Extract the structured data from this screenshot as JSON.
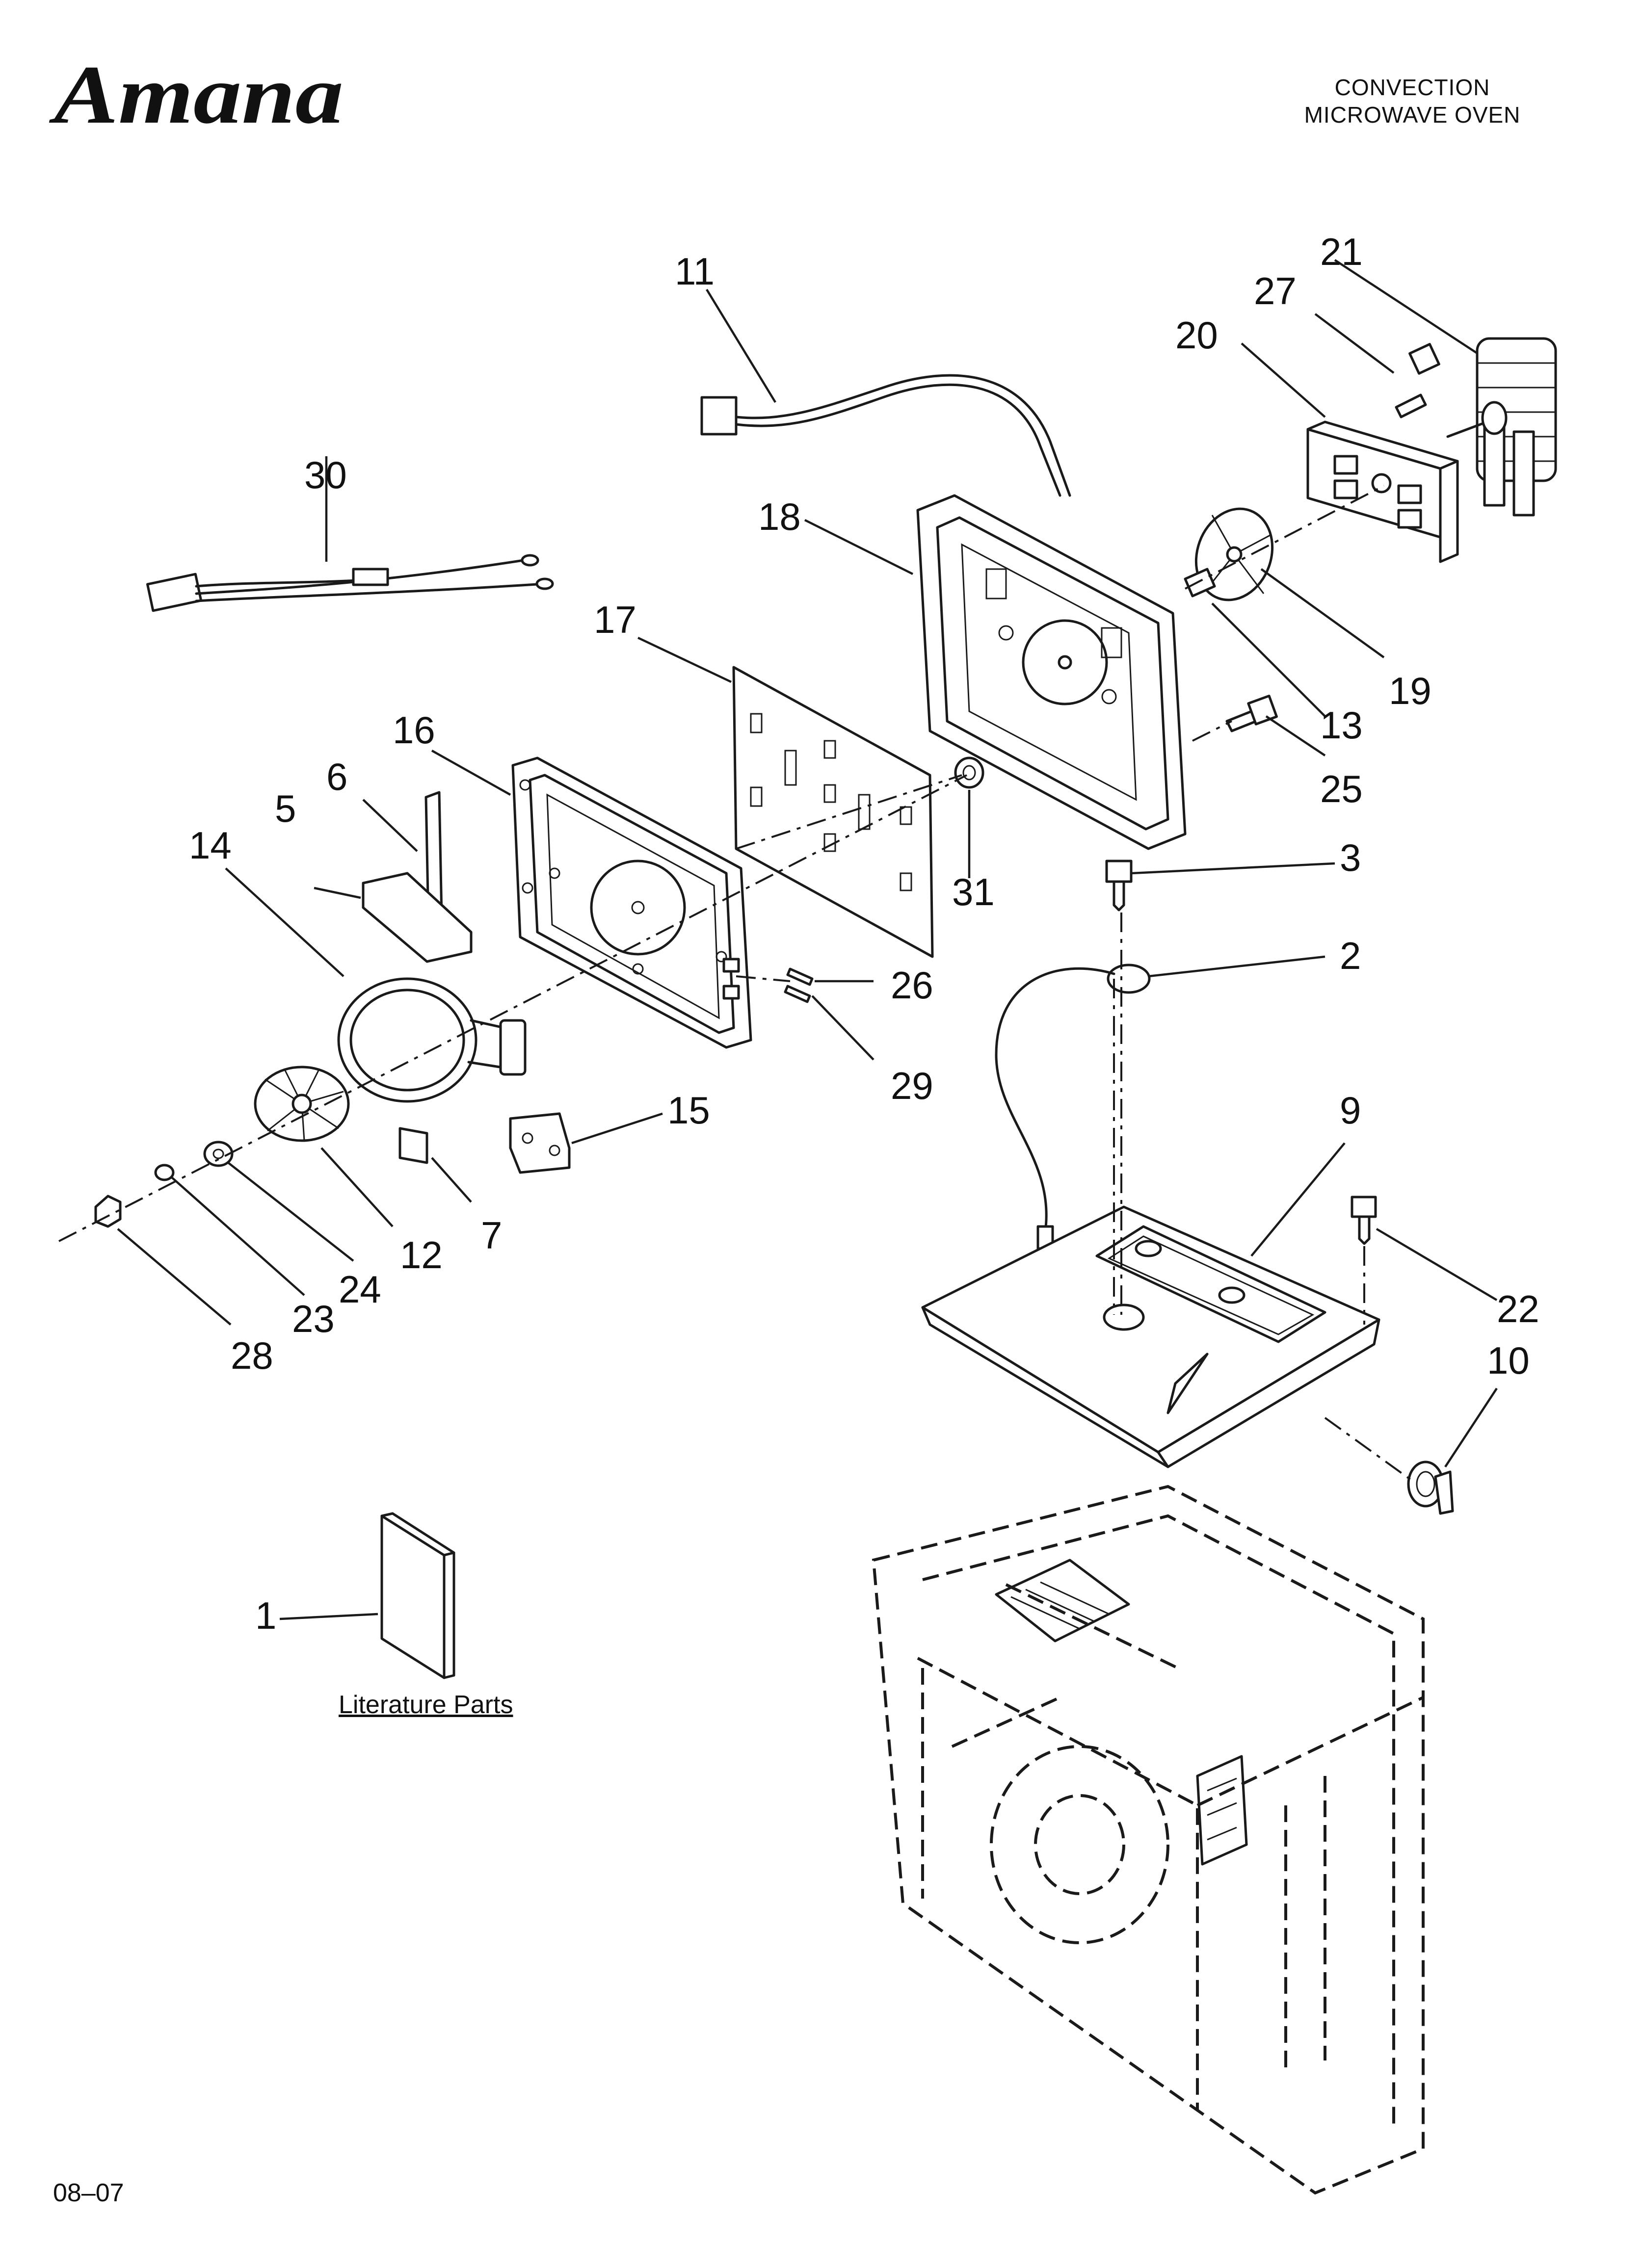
{
  "brand": {
    "logo_text": "Amana"
  },
  "header": {
    "title_line1": "CONVECTION",
    "title_line2": "MICROWAVE OVEN"
  },
  "literature": {
    "label": "Literature Parts"
  },
  "footer": {
    "code": "08–07"
  },
  "callouts": [
    "1",
    "2",
    "3",
    "5",
    "6",
    "7",
    "9",
    "10",
    "11",
    "12",
    "13",
    "14",
    "15",
    "16",
    "17",
    "18",
    "19",
    "20",
    "21",
    "22",
    "23",
    "24",
    "25",
    "26",
    "27",
    "28",
    "29",
    "30",
    "31"
  ]
}
